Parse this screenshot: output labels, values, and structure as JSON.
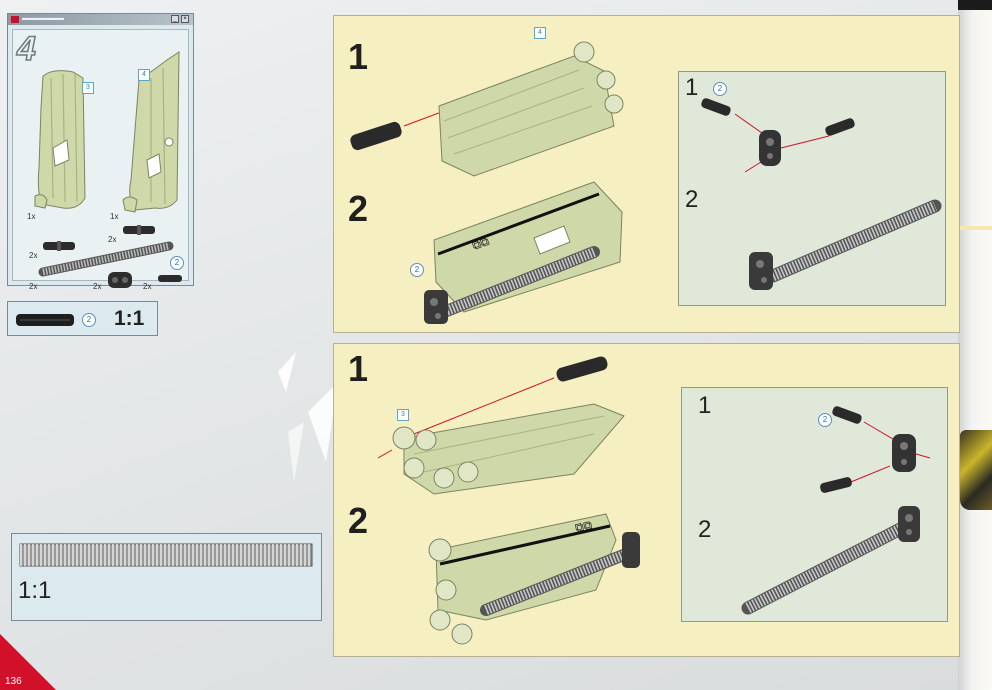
{
  "parts_list": {
    "step_number": "4",
    "callouts": {
      "panel_a": "3",
      "panel_b": "4",
      "axle": "2"
    },
    "quantities": {
      "panel_a": "1x",
      "panel_b": "1x",
      "pin_left": "2x",
      "pin_right": "2x",
      "hose": "2x",
      "connector": "2x",
      "small_pin": "2x"
    }
  },
  "scale_boxes": {
    "axle_callout": "2",
    "axle_ratio": "1:1",
    "hose_ratio": "1:1"
  },
  "panels": [
    {
      "big_steps": [
        "1",
        "2"
      ],
      "callout_square": "4",
      "callout_round": "2",
      "sub_steps": [
        "1",
        "2"
      ],
      "sub_callout": "2"
    },
    {
      "big_steps": [
        "1",
        "2"
      ],
      "callout_square": "3",
      "sub_steps": [
        "1",
        "2"
      ],
      "sub_callout": "2"
    }
  ],
  "page_number": "136",
  "colors": {
    "panel_bg": "#f6efc2",
    "sub_panel_bg": "#dfe8d9",
    "part_green": "#cfd8a8",
    "accent_red": "#d2102a"
  }
}
